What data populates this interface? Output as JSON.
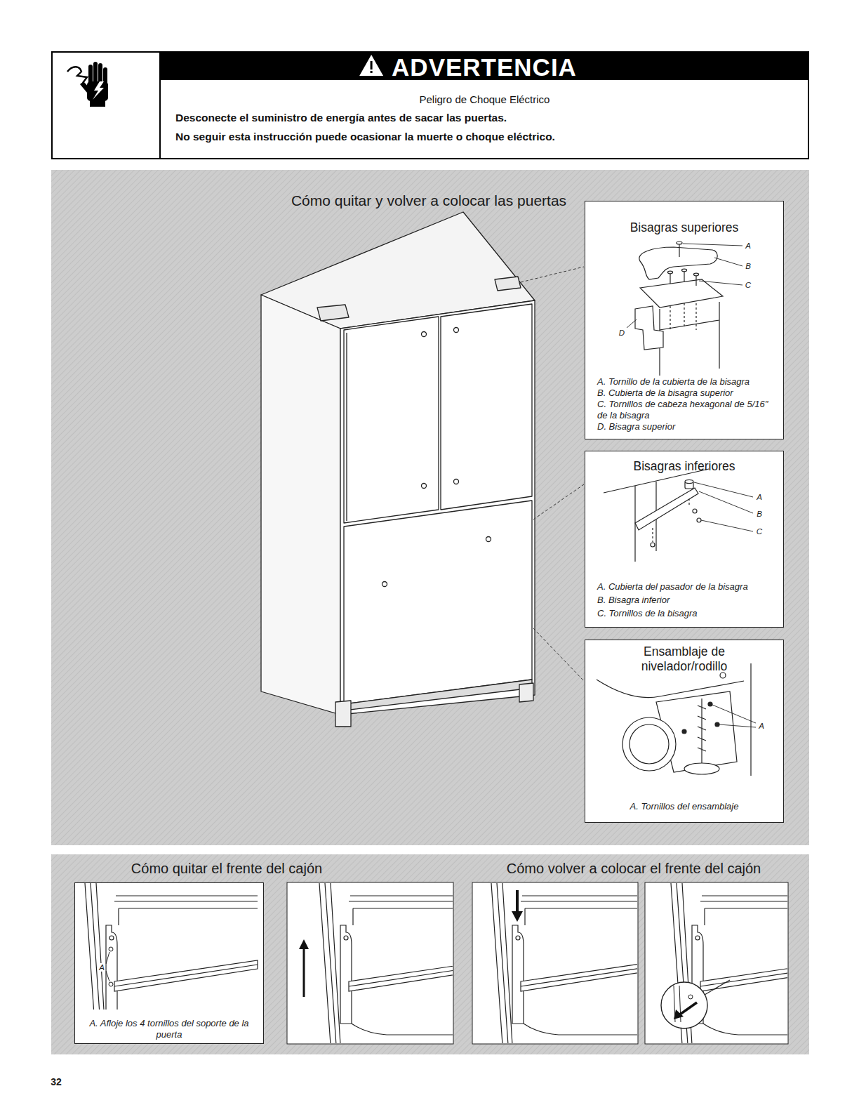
{
  "diagram": {
    "nodes": [
      {
        "text": [
          "ADVERTENCIA",
          "Peligro de Choque Eléctrico",
          "Desconecte el suministro de energía antes de sacar las puertas.",
          "No seguir esta instrucción puede ocasionar la muerte o choque eléctrico."
        ]
      },
      {
        "text": [
          "Cómo quitar y volver a colocar las puertas"
        ]
      },
      {
        "text": [
          "Bisagras superiores",
          "A. Tornillo de la cubierta de la bisagra",
          "B. Cubierta de la bisagra superior",
          "C. Tornillos de cabeza hexagonal de 5/16\" de la bisagra",
          "D. Bisagra superior"
        ],
        "in": 1
      },
      {
        "text": [
          "Bisagras inferiores",
          "A. Cubierta del pasador de la bisagra",
          "B. Bisagra inferior",
          "C. Tornillos de la bisagra"
        ],
        "in": 1
      },
      {
        "text": [
          "Ensamblaje de nivelador/rodillo",
          "A. Tornillos del ensamblaje"
        ],
        "in": 1
      },
      {
        "text": [
          "Cómo quitar el frente del cajón",
          "Cómo volver a colocar el frente del cajón"
        ]
      },
      {
        "text": [
          "A. Afloje los 4 tornillos del soporte de la puerta"
        ],
        "in": 5
      }
    ],
    "labels": [
      "A",
      "B",
      "C",
      "D",
      "A",
      "B",
      "C",
      "A",
      "A",
      "32"
    ]
  }
}
